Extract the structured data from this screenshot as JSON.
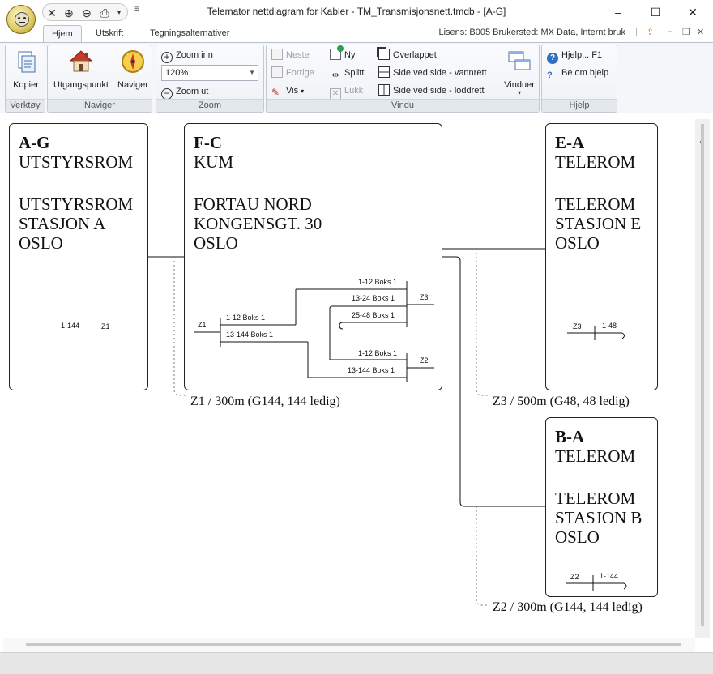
{
  "window": {
    "title": "Telemator nettdiagram for Kabler - TM_Transmisjonsnett.tmdb - [A-G]",
    "minimize": "–",
    "maximize": "☐",
    "close": "✕"
  },
  "tabs": [
    {
      "label": "Hjem"
    },
    {
      "label": "Utskrift"
    },
    {
      "label": "Tegningsalternativer"
    }
  ],
  "license_text": "Lisens: B005 Brukersted: MX Data, Internt bruk",
  "ribbon": {
    "groups": {
      "verktoy": "Verktøy",
      "naviger": "Naviger",
      "zoom": "Zoom",
      "vindu": "Vindu",
      "hjelp": "Hjelp"
    },
    "kopier": "Kopier",
    "utgangspunkt": "Utgangspunkt",
    "naviger_btn": "Naviger",
    "zoom_inn": "Zoom inn",
    "zoom_value": "120%",
    "zoom_ut": "Zoom ut",
    "neste": "Neste",
    "forrige": "Forrige",
    "vis": "Vis",
    "ny": "Ny",
    "splitt": "Splitt",
    "lukk": "Lukk",
    "overlappet": "Overlappet",
    "side_vannrett": "Side ved side - vannrett",
    "side_loddrett": "Side ved side - loddrett",
    "vinduer": "Vinduer",
    "hjelp_f1": "Hjelp... F1",
    "be_om_hjelp": "Be om hjelp"
  },
  "nodes": {
    "ag": {
      "code": "A-G",
      "type": "UTSTYRSROM",
      "name": "UTSTYRSROM",
      "site": "STASJON A",
      "city": "OSLO"
    },
    "fc": {
      "code": "F-C",
      "type": "KUM",
      "name": "FORTAU NORD",
      "site": "KONGENSGT. 30",
      "city": "OSLO"
    },
    "ea": {
      "code": "E-A",
      "type": "TELEROM",
      "name": "TELEROM",
      "site": "STASJON E",
      "city": "OSLO"
    },
    "ba": {
      "code": "B-A",
      "type": "TELEROM",
      "name": "TELEROM",
      "site": "STASJON B",
      "city": "OSLO"
    }
  },
  "terminals": {
    "ag_range": "1-144",
    "ag_cable": "Z1",
    "fc_z1": "Z1",
    "fc_z1_a": "1-12 Boks 1",
    "fc_z1_b": "13-144 Boks 1",
    "fc_z3_a": "1-12 Boks 1",
    "fc_z3_b": "13-24 Boks 1",
    "fc_z3_c": "25-48 Boks 1",
    "fc_z3": "Z3",
    "fc_z2_a": "1-12 Boks 1",
    "fc_z2_b": "13-144 Boks 1",
    "fc_z2": "Z2",
    "ea_cable": "Z3",
    "ea_range": "1-48",
    "ba_cable": "Z2",
    "ba_range": "1-144"
  },
  "cables": {
    "z1": "Z1 / 300m (G144, 144 ledig)",
    "z3": "Z3 / 500m (G48, 48 ledig)",
    "z2": "Z2 / 300m (G144, 144 ledig)"
  }
}
